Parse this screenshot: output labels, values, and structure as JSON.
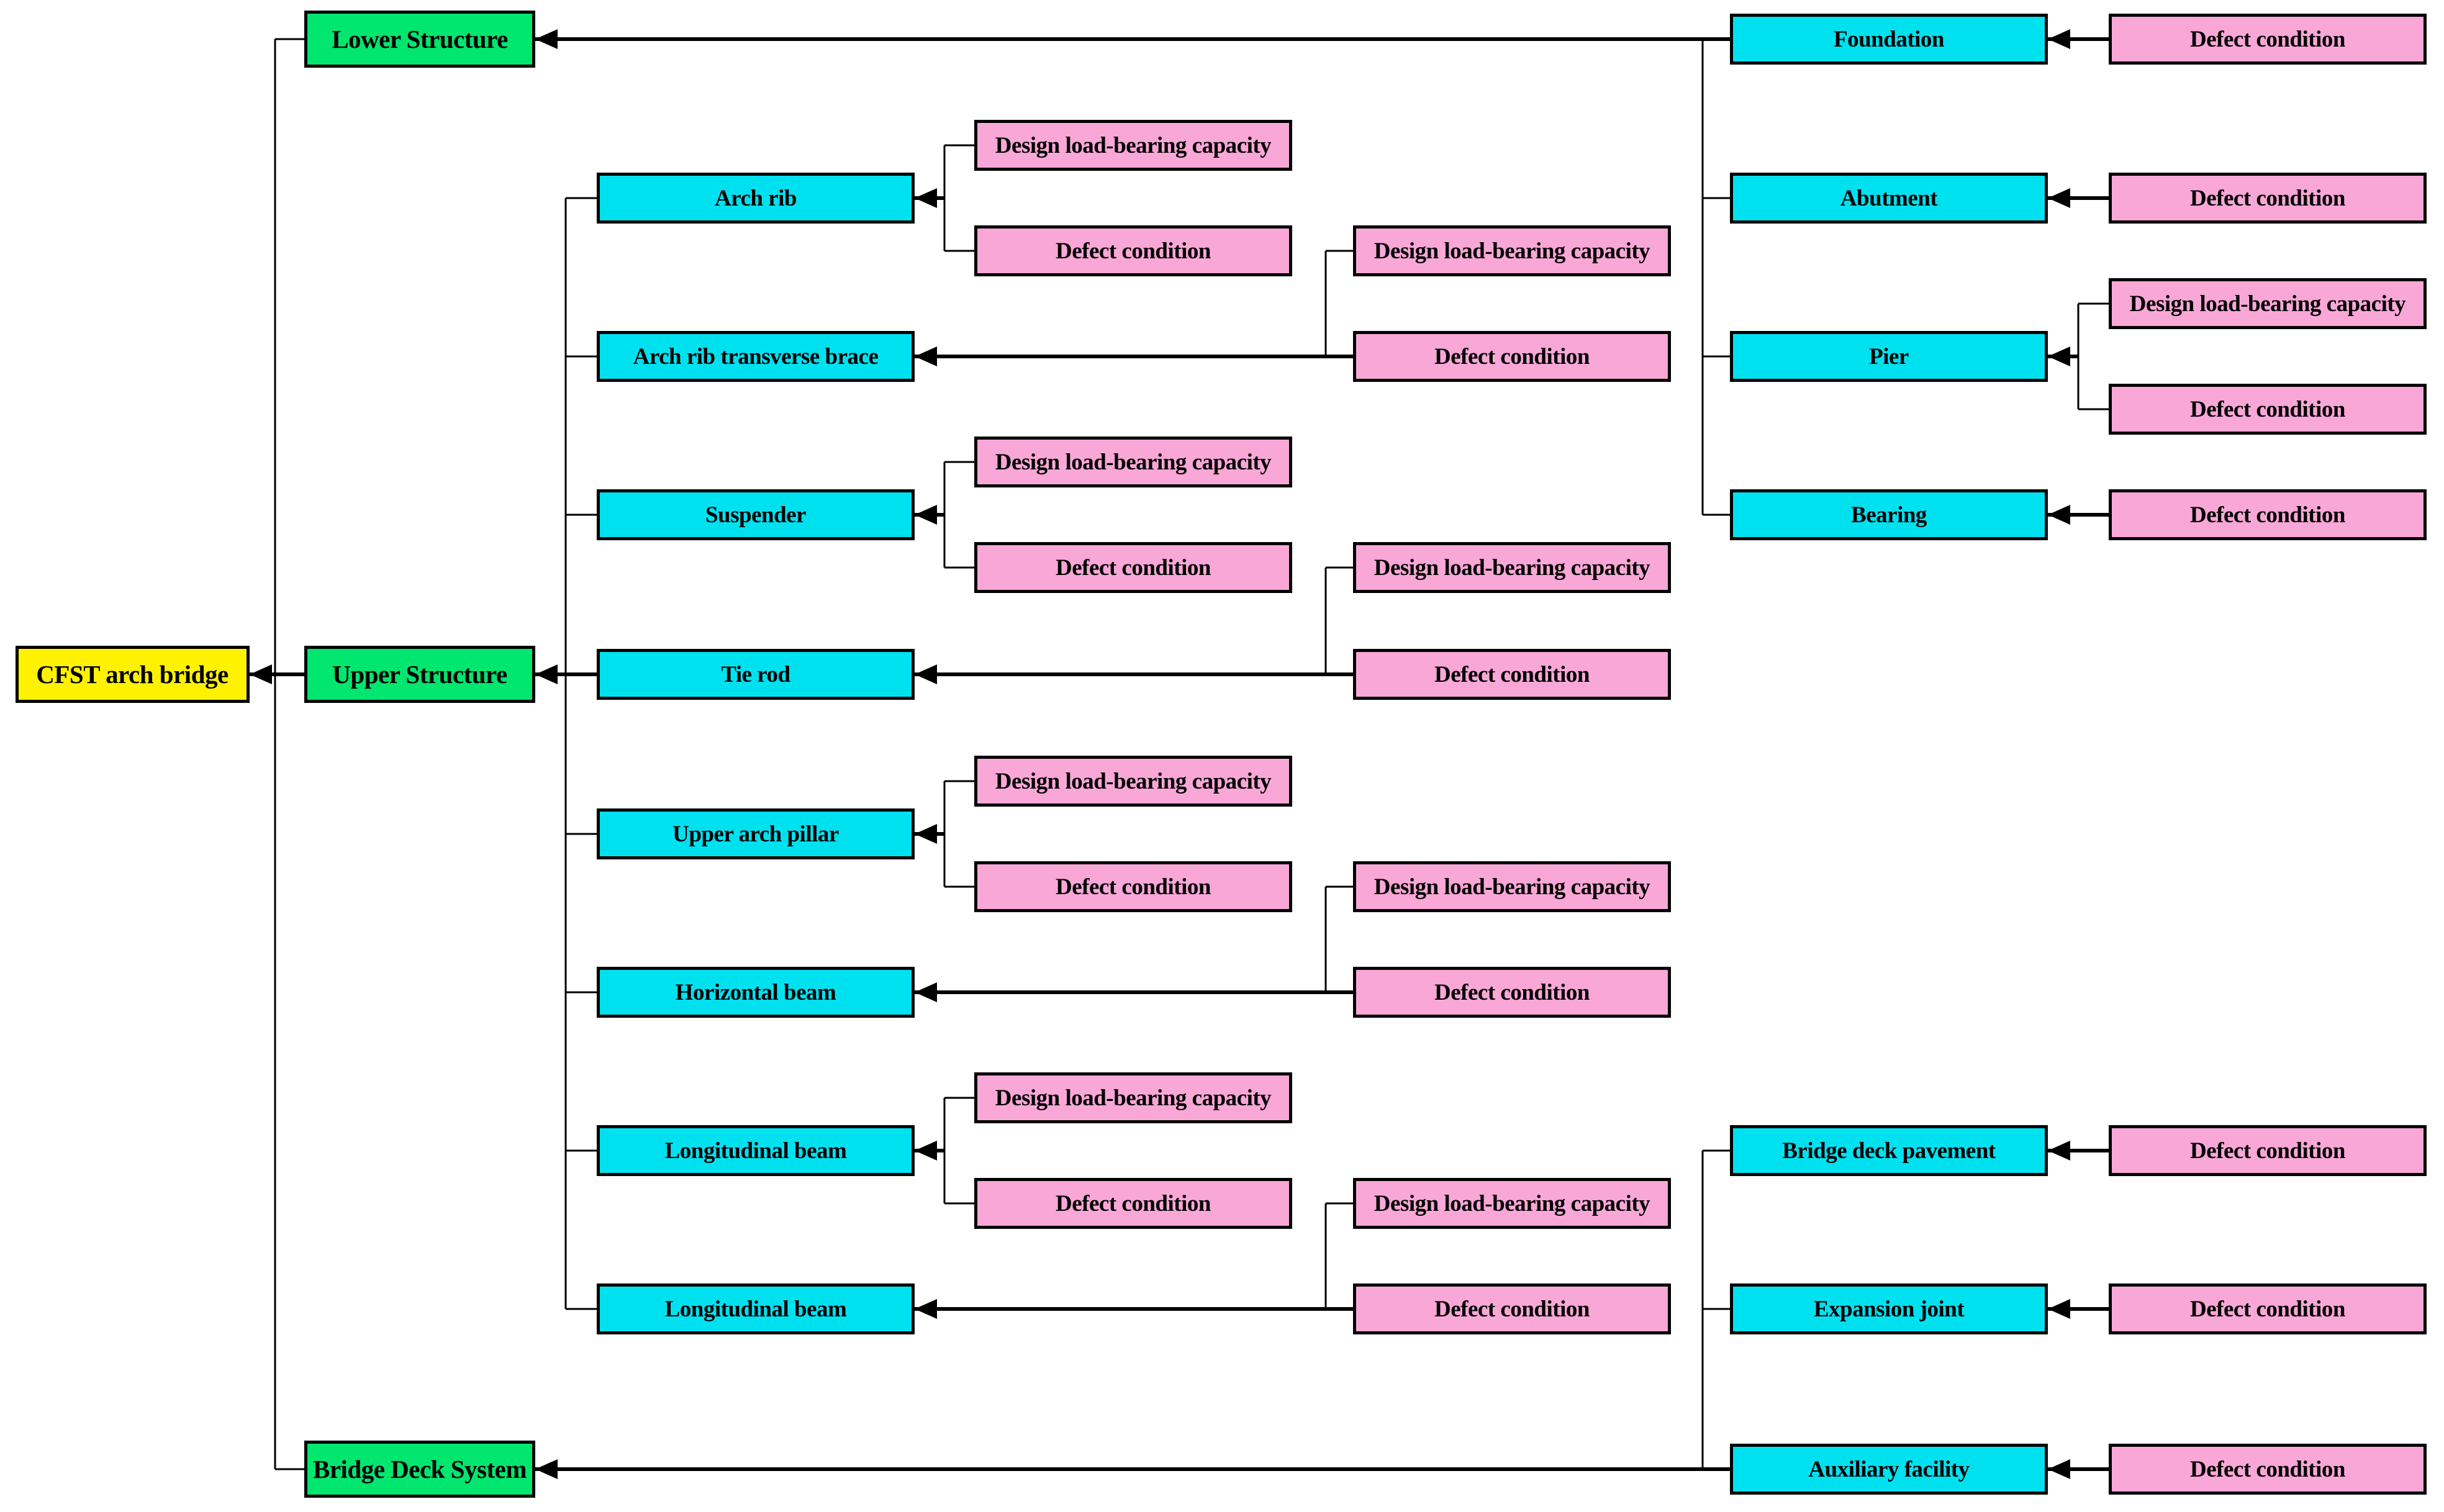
{
  "diagram": {
    "description_root_label": "CFST arch bridge",
    "colors": {
      "root": "#FFF200",
      "level1": "#00E66E",
      "component": "#00E1F0",
      "indicator": "#F9A7D7",
      "border": "#000000",
      "line": "#000000",
      "background": "#FFFFFF"
    },
    "nodes": [
      {
        "id": "root",
        "label": "CFST arch bridge",
        "role": "root"
      },
      {
        "id": "lower",
        "label": "Lower Structure",
        "role": "level1"
      },
      {
        "id": "upper",
        "label": "Upper Structure",
        "role": "level1"
      },
      {
        "id": "deck",
        "label": "Bridge Deck System",
        "role": "level1"
      },
      {
        "id": "arch-rib",
        "label": "Arch rib",
        "role": "component"
      },
      {
        "id": "arch-rib-design",
        "label": "Design load-bearing capacity",
        "role": "indicator"
      },
      {
        "id": "arch-rib-defect",
        "label": "Defect condition",
        "role": "indicator"
      },
      {
        "id": "arch-rib-brace",
        "label": "Arch rib transverse brace",
        "role": "component"
      },
      {
        "id": "brace-design",
        "label": "Design load-bearing capacity",
        "role": "indicator"
      },
      {
        "id": "brace-defect",
        "label": "Defect condition",
        "role": "indicator"
      },
      {
        "id": "suspender",
        "label": "Suspender",
        "role": "component"
      },
      {
        "id": "suspender-design",
        "label": "Design load-bearing capacity",
        "role": "indicator"
      },
      {
        "id": "suspender-defect",
        "label": "Defect condition",
        "role": "indicator"
      },
      {
        "id": "tie-rod",
        "label": "Tie rod",
        "role": "component"
      },
      {
        "id": "tie-rod-design",
        "label": "Design load-bearing capacity",
        "role": "indicator"
      },
      {
        "id": "tie-rod-defect",
        "label": "Defect condition",
        "role": "indicator"
      },
      {
        "id": "upper-arch-pillar",
        "label": "Upper arch pillar",
        "role": "component"
      },
      {
        "id": "pillar-design",
        "label": "Design load-bearing capacity",
        "role": "indicator"
      },
      {
        "id": "pillar-defect",
        "label": "Defect condition",
        "role": "indicator"
      },
      {
        "id": "horizontal-beam",
        "label": "Horizontal beam",
        "role": "component"
      },
      {
        "id": "hbeam-design",
        "label": "Design load-bearing capacity",
        "role": "indicator"
      },
      {
        "id": "hbeam-defect",
        "label": "Defect condition",
        "role": "indicator"
      },
      {
        "id": "longitudinal-beam-1",
        "label": "Longitudinal beam",
        "role": "component"
      },
      {
        "id": "lbeam1-design",
        "label": "Design load-bearing capacity",
        "role": "indicator"
      },
      {
        "id": "lbeam1-defect",
        "label": "Defect condition",
        "role": "indicator"
      },
      {
        "id": "longitudinal-beam-2",
        "label": "Longitudinal beam",
        "role": "component"
      },
      {
        "id": "lbeam2-design",
        "label": "Design load-bearing capacity",
        "role": "indicator"
      },
      {
        "id": "lbeam2-defect",
        "label": "Defect condition",
        "role": "indicator"
      },
      {
        "id": "foundation",
        "label": "Foundation",
        "role": "component"
      },
      {
        "id": "foundation-defect",
        "label": "Defect condition",
        "role": "indicator"
      },
      {
        "id": "abutment",
        "label": "Abutment",
        "role": "component"
      },
      {
        "id": "abutment-defect",
        "label": "Defect condition",
        "role": "indicator"
      },
      {
        "id": "pier",
        "label": "Pier",
        "role": "component"
      },
      {
        "id": "pier-design",
        "label": "Design load-bearing capacity",
        "role": "indicator"
      },
      {
        "id": "pier-defect",
        "label": "Defect condition",
        "role": "indicator"
      },
      {
        "id": "bearing",
        "label": "Bearing",
        "role": "component"
      },
      {
        "id": "bearing-defect",
        "label": "Defect condition",
        "role": "indicator"
      },
      {
        "id": "pavement",
        "label": "Bridge deck pavement",
        "role": "component"
      },
      {
        "id": "pavement-defect",
        "label": "Defect condition",
        "role": "indicator"
      },
      {
        "id": "expansion-joint",
        "label": "Expansion joint",
        "role": "component"
      },
      {
        "id": "expansion-defect",
        "label": "Defect condition",
        "role": "indicator"
      },
      {
        "id": "auxiliary",
        "label": "Auxiliary facility",
        "role": "component"
      },
      {
        "id": "auxiliary-defect",
        "label": "Defect condition",
        "role": "indicator"
      }
    ],
    "edges": [
      {
        "from": "lower",
        "to": "root"
      },
      {
        "from": "upper",
        "to": "root"
      },
      {
        "from": "deck",
        "to": "root"
      },
      {
        "from": "arch-rib",
        "to": "upper"
      },
      {
        "from": "arch-rib-brace",
        "to": "upper"
      },
      {
        "from": "suspender",
        "to": "upper"
      },
      {
        "from": "tie-rod",
        "to": "upper"
      },
      {
        "from": "upper-arch-pillar",
        "to": "upper"
      },
      {
        "from": "horizontal-beam",
        "to": "upper"
      },
      {
        "from": "longitudinal-beam-1",
        "to": "upper"
      },
      {
        "from": "longitudinal-beam-2",
        "to": "upper"
      },
      {
        "from": "arch-rib-design",
        "to": "arch-rib"
      },
      {
        "from": "arch-rib-defect",
        "to": "arch-rib"
      },
      {
        "from": "brace-design",
        "to": "arch-rib-brace"
      },
      {
        "from": "brace-defect",
        "to": "arch-rib-brace"
      },
      {
        "from": "suspender-design",
        "to": "suspender"
      },
      {
        "from": "suspender-defect",
        "to": "suspender"
      },
      {
        "from": "tie-rod-design",
        "to": "tie-rod"
      },
      {
        "from": "tie-rod-defect",
        "to": "tie-rod"
      },
      {
        "from": "pillar-design",
        "to": "upper-arch-pillar"
      },
      {
        "from": "pillar-defect",
        "to": "upper-arch-pillar"
      },
      {
        "from": "hbeam-design",
        "to": "horizontal-beam"
      },
      {
        "from": "hbeam-defect",
        "to": "horizontal-beam"
      },
      {
        "from": "lbeam1-design",
        "to": "longitudinal-beam-1"
      },
      {
        "from": "lbeam1-defect",
        "to": "longitudinal-beam-1"
      },
      {
        "from": "lbeam2-design",
        "to": "longitudinal-beam-2"
      },
      {
        "from": "lbeam2-defect",
        "to": "longitudinal-beam-2"
      },
      {
        "from": "foundation",
        "to": "lower"
      },
      {
        "from": "abutment",
        "to": "lower"
      },
      {
        "from": "pier",
        "to": "lower"
      },
      {
        "from": "bearing",
        "to": "lower"
      },
      {
        "from": "foundation-defect",
        "to": "foundation"
      },
      {
        "from": "abutment-defect",
        "to": "abutment"
      },
      {
        "from": "pier-design",
        "to": "pier"
      },
      {
        "from": "pier-defect",
        "to": "pier"
      },
      {
        "from": "bearing-defect",
        "to": "bearing"
      },
      {
        "from": "pavement",
        "to": "deck"
      },
      {
        "from": "expansion-joint",
        "to": "deck"
      },
      {
        "from": "auxiliary",
        "to": "deck"
      },
      {
        "from": "pavement-defect",
        "to": "pavement"
      },
      {
        "from": "expansion-defect",
        "to": "expansion-joint"
      },
      {
        "from": "auxiliary-defect",
        "to": "auxiliary"
      }
    ]
  }
}
